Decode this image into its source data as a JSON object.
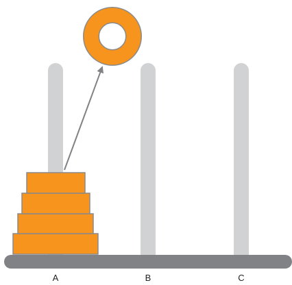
{
  "pegs": [
    {
      "label": "A"
    },
    {
      "label": "B"
    },
    {
      "label": "C"
    }
  ],
  "disks": {
    "count_on_A": 4,
    "lifted": 1,
    "fill_color": "#F7941D",
    "stroke_color": "#8A8A8A"
  },
  "colors": {
    "peg": "#D1D2D4",
    "base": "#808285",
    "arrow": "#808285"
  },
  "icons": {
    "move_arrow": "arrow-up-right-icon",
    "lifted_disk": "ring-disk-icon"
  }
}
